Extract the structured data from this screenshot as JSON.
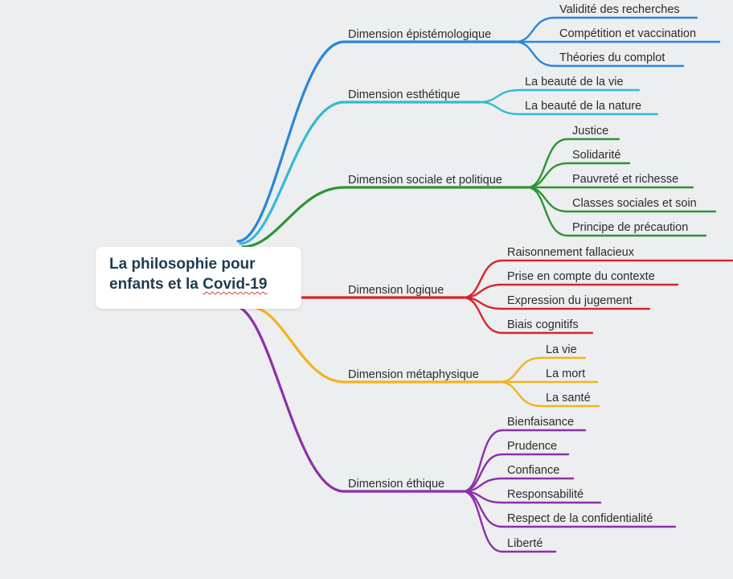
{
  "root": {
    "line1": "La philosophie pour",
    "line2a": "enfants et la ",
    "line2b": "Covid-19"
  },
  "colors": {
    "root_text": "#1e3c50",
    "label_text": "#2b2b2b",
    "background": "#eceef0"
  },
  "branches": [
    {
      "label": "Dimension épistémologique",
      "color": "#2a86d8",
      "children": [
        "Validité des recherches",
        "Compétition et vaccination",
        "Théories du complot"
      ]
    },
    {
      "label": "Dimension esthétique",
      "color": "#35b8d5",
      "children": [
        "La beauté de la vie",
        "La beauté de la nature"
      ]
    },
    {
      "label": "Dimension sociale et politique",
      "color": "#2f9334",
      "children": [
        "Justice",
        "Solidarité",
        "Pauvreté et richesse",
        "Classes sociales et soin",
        "Principe de précaution"
      ]
    },
    {
      "label": "Dimension logique",
      "color": "#d6262b",
      "children": [
        "Raisonnement fallacieux",
        "Prise en compte du contexte",
        "Expression du jugement",
        "Biais cognitifs"
      ]
    },
    {
      "label": "Dimension métaphysique",
      "color": "#f1b41c",
      "children": [
        "La vie",
        "La mort",
        "La santé"
      ]
    },
    {
      "label": "Dimension éthique",
      "color": "#8d2fa8",
      "children": [
        "Bienfaisance",
        "Prudence",
        "Confiance",
        "Responsabilité",
        "Respect de la confidentialité",
        "Liberté"
      ]
    }
  ]
}
